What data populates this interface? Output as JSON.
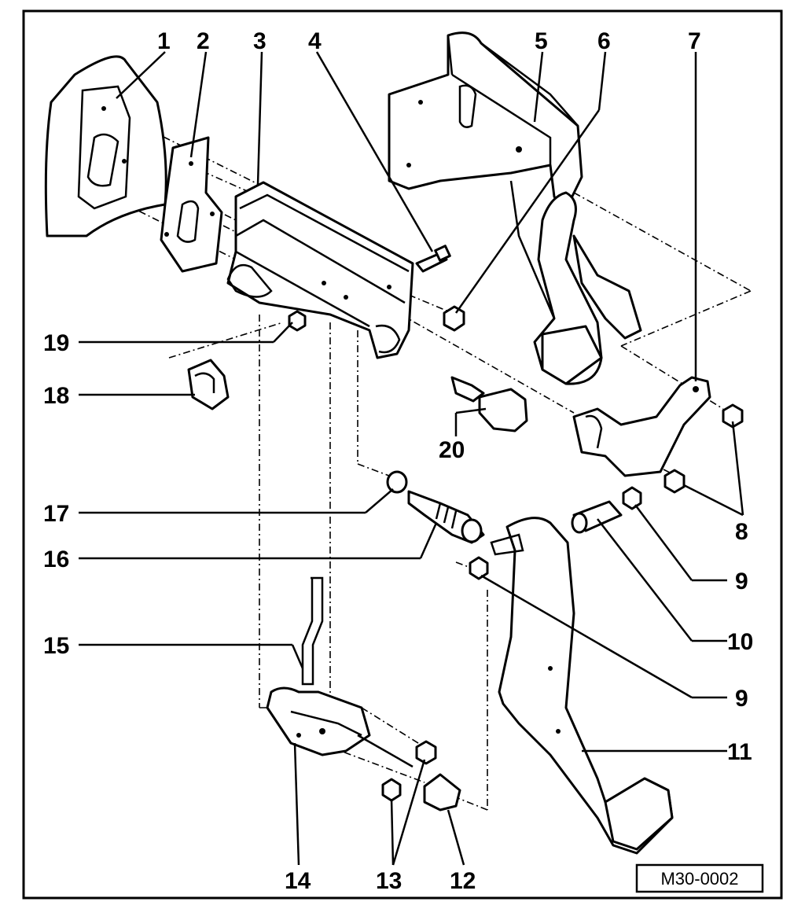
{
  "figure_code": "M30-0002",
  "callouts": [
    {
      "id": "c1",
      "label": "1"
    },
    {
      "id": "c2",
      "label": "2"
    },
    {
      "id": "c3",
      "label": "3"
    },
    {
      "id": "c4",
      "label": "4"
    },
    {
      "id": "c5",
      "label": "5"
    },
    {
      "id": "c6",
      "label": "6"
    },
    {
      "id": "c7",
      "label": "7"
    },
    {
      "id": "c8",
      "label": "8"
    },
    {
      "id": "c9a",
      "label": "9"
    },
    {
      "id": "c9b",
      "label": "9"
    },
    {
      "id": "c10",
      "label": "10"
    },
    {
      "id": "c11",
      "label": "11"
    },
    {
      "id": "c12",
      "label": "12"
    },
    {
      "id": "c13",
      "label": "13"
    },
    {
      "id": "c14",
      "label": "14"
    },
    {
      "id": "c15",
      "label": "15"
    },
    {
      "id": "c16",
      "label": "16"
    },
    {
      "id": "c17",
      "label": "17"
    },
    {
      "id": "c18",
      "label": "18"
    },
    {
      "id": "c19",
      "label": "19"
    },
    {
      "id": "c20",
      "label": "20"
    }
  ]
}
